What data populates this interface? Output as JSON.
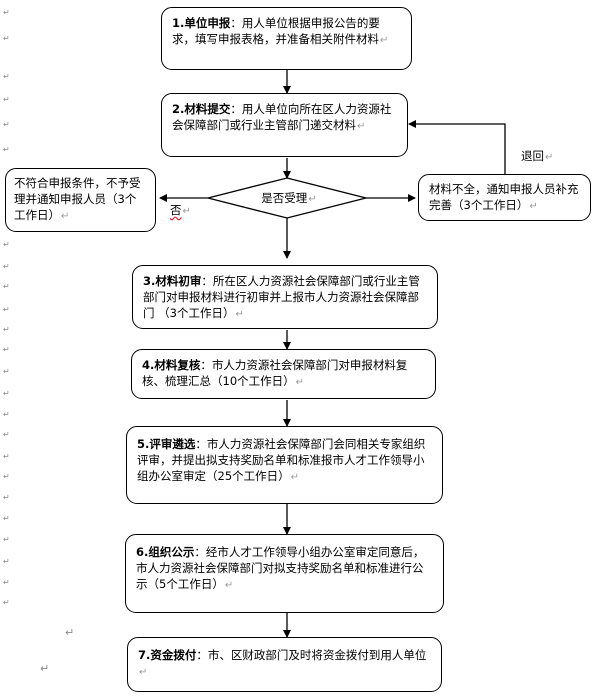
{
  "steps": [
    {
      "num": "1.",
      "head": "单位申报",
      "sep": "：",
      "text": "用人单位根据申报公告的要求，填写申报表格，并准备相关附件材料"
    },
    {
      "num": "2.",
      "head": "材料提交",
      "sep": "：",
      "text": "用人单位向所在区人力资源社会保障部门或行业主管部门递交材料"
    },
    {
      "num": "3.",
      "head": "材料初审",
      "sep": "：",
      "text": "所在区人力资源社会保障部门或行业主管部门对申报材料进行初审并上报市人力资源社会保障部门 （3个工作日）"
    },
    {
      "num": "4.",
      "head": "材料复核",
      "sep": "：",
      "text": "市人力资源社会保障部门对申报材料复核、梳理汇总（10个工作日）"
    },
    {
      "num": "5.",
      "head": "评审遴选",
      "sep": "：",
      "text": "市人力资源社会保障部门会同相关专家组织评审，并提出拟支持奖励名单和标准报市人才工作领导小组办公室审定（25个工作日）"
    },
    {
      "num": "6.",
      "head": "组织公示",
      "sep": "：",
      "text": "经市人才工作领导小组办公室审定同意后，市人力资源社会保障部门对拟支持奖励名单和标准进行公示（5个工作日）"
    },
    {
      "num": "7.",
      "head": "资金拨付",
      "sep": "：",
      "text": "市、区财政部门及时将资金拨付到用人单位"
    }
  ],
  "decision": {
    "text": "是否受理"
  },
  "reject_box": {
    "text": "不符合申报条件，不予受理并通知申报人员（3个工作日）"
  },
  "supplement_box": {
    "text": "材料不全，通知申报人员补充完善（3个工作日）"
  },
  "labels": {
    "deny": "否",
    "return": "退回"
  },
  "return_mark": "↵",
  "margin_mark": "↵"
}
